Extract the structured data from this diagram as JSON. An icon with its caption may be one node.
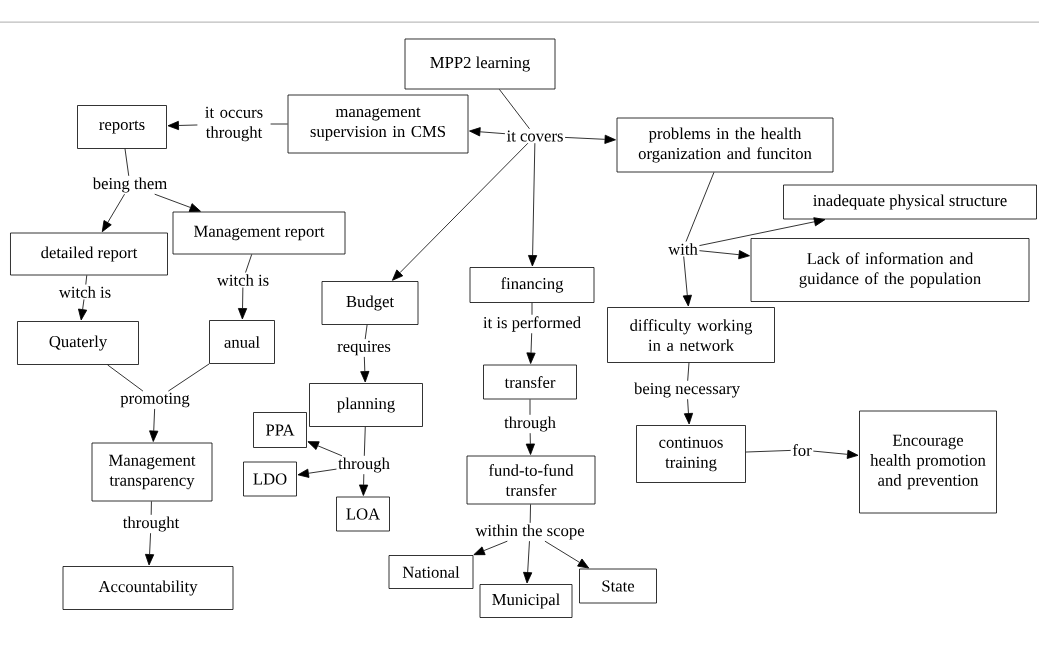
{
  "diagram": {
    "nodes": [
      {
        "text": [
          "MPP2 learning"
        ]
      },
      {
        "text": [
          "it covers"
        ]
      },
      {
        "text": [
          "management supervision in CMS"
        ]
      },
      {
        "text": [
          "it occurs throught"
        ]
      },
      {
        "text": [
          "reports"
        ]
      },
      {
        "text": [
          "problems in the health organization and funciton"
        ]
      },
      {
        "text": [
          "Budget"
        ]
      },
      {
        "text": [
          "financing"
        ]
      },
      {
        "text": [
          "being them"
        ]
      },
      {
        "text": [
          "detailed report"
        ]
      },
      {
        "text": [
          "Management report"
        ]
      },
      {
        "text": [
          "witch is"
        ]
      },
      {
        "text": [
          "witch is"
        ]
      },
      {
        "text": [
          "Quaterly"
        ]
      },
      {
        "text": [
          "anual"
        ]
      },
      {
        "text": [
          "promoting"
        ]
      },
      {
        "text": [
          "Management transparency"
        ]
      },
      {
        "text": [
          "throught"
        ]
      },
      {
        "text": [
          "Accountability"
        ]
      },
      {
        "text": [
          "requires"
        ]
      },
      {
        "text": [
          "planning"
        ]
      },
      {
        "text": [
          "through"
        ]
      },
      {
        "text": [
          "PPA"
        ]
      },
      {
        "text": [
          "LDO"
        ]
      },
      {
        "text": [
          "LOA"
        ]
      },
      {
        "text": [
          "it is performed"
        ]
      },
      {
        "text": [
          "transfer"
        ]
      },
      {
        "text": [
          "through"
        ]
      },
      {
        "text": [
          "fund-to-fund transfer"
        ]
      },
      {
        "text": [
          "within the scope"
        ]
      },
      {
        "text": [
          "National"
        ]
      },
      {
        "text": [
          "Municipal"
        ]
      },
      {
        "text": [
          "State"
        ]
      },
      {
        "text": [
          "with"
        ]
      },
      {
        "text": [
          "inadequate physical structure"
        ]
      },
      {
        "text": [
          "Lack of information and guidance of the population"
        ]
      },
      {
        "text": [
          "difficulty working in a network"
        ]
      },
      {
        "text": [
          "being necessary"
        ]
      },
      {
        "text": [
          "continuos training"
        ]
      },
      {
        "text": [
          "for"
        ]
      },
      {
        "text": [
          "Encourage health promotion and prevention"
        ]
      }
    ],
    "edges": [
      {
        "from": 0,
        "to": 1,
        "arrow": "none"
      },
      {
        "from": 1,
        "to": 2,
        "arrow": "to"
      },
      {
        "from": 1,
        "to": 5,
        "arrow": "to"
      },
      {
        "from": 1,
        "to": 6,
        "arrow": "to"
      },
      {
        "from": 1,
        "to": 7,
        "arrow": "to"
      },
      {
        "from": 2,
        "to": 3,
        "arrow": "none"
      },
      {
        "from": 3,
        "to": 4,
        "arrow": "to"
      },
      {
        "from": 4,
        "to": 8,
        "arrow": "none"
      },
      {
        "from": 8,
        "to": 9,
        "arrow": "to"
      },
      {
        "from": 8,
        "to": 10,
        "arrow": "to"
      },
      {
        "from": 9,
        "to": 11,
        "arrow": "none"
      },
      {
        "from": 11,
        "to": 13,
        "arrow": "to"
      },
      {
        "from": 10,
        "to": 12,
        "arrow": "none"
      },
      {
        "from": 12,
        "to": 14,
        "arrow": "to"
      },
      {
        "from": 13,
        "to": 15,
        "arrow": "none"
      },
      {
        "from": 14,
        "to": 15,
        "arrow": "none"
      },
      {
        "from": 15,
        "to": 16,
        "arrow": "to"
      },
      {
        "from": 16,
        "to": 17,
        "arrow": "none"
      },
      {
        "from": 17,
        "to": 18,
        "arrow": "to"
      },
      {
        "from": 6,
        "to": 19,
        "arrow": "none"
      },
      {
        "from": 19,
        "to": 20,
        "arrow": "to"
      },
      {
        "from": 20,
        "to": 21,
        "arrow": "none"
      },
      {
        "from": 21,
        "to": 22,
        "arrow": "to"
      },
      {
        "from": 21,
        "to": 23,
        "arrow": "to"
      },
      {
        "from": 21,
        "to": 24,
        "arrow": "to"
      },
      {
        "from": 7,
        "to": 25,
        "arrow": "none"
      },
      {
        "from": 25,
        "to": 26,
        "arrow": "to"
      },
      {
        "from": 26,
        "to": 27,
        "arrow": "none"
      },
      {
        "from": 27,
        "to": 28,
        "arrow": "to"
      },
      {
        "from": 28,
        "to": 29,
        "arrow": "none"
      },
      {
        "from": 29,
        "to": 30,
        "arrow": "to"
      },
      {
        "from": 29,
        "to": 31,
        "arrow": "to"
      },
      {
        "from": 29,
        "to": 32,
        "arrow": "to"
      },
      {
        "from": 5,
        "to": 33,
        "arrow": "none"
      },
      {
        "from": 33,
        "to": 34,
        "arrow": "to"
      },
      {
        "from": 33,
        "to": 35,
        "arrow": "to"
      },
      {
        "from": 33,
        "to": 36,
        "arrow": "to"
      },
      {
        "from": 36,
        "to": 37,
        "arrow": "none"
      },
      {
        "from": 37,
        "to": 38,
        "arrow": "to"
      },
      {
        "from": 38,
        "to": 39,
        "arrow": "none"
      },
      {
        "from": 39,
        "to": 40,
        "arrow": "to"
      }
    ]
  }
}
